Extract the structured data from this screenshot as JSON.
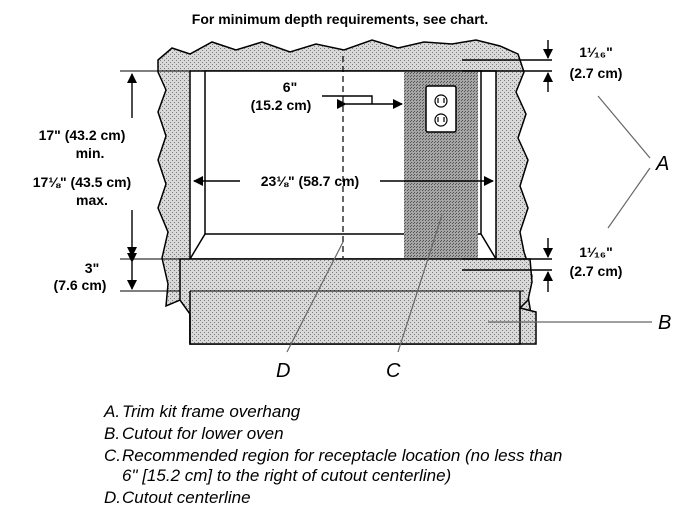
{
  "title": "For minimum depth requirements, see chart.",
  "dimensions": {
    "top_gap": "1¹⁄₁₆\"",
    "top_gap_cm": "(2.7 cm)",
    "bottom_gap": "1¹⁄₁₆\"",
    "bottom_gap_cm": "(2.7 cm)",
    "centerline_offset": "6\"",
    "centerline_offset_cm": "(15.2 cm)",
    "height_min": "17\" (43.2 cm)",
    "height_min_suffix": "min.",
    "height_max": "17⅛\" (43.5 cm)",
    "height_max_suffix": "max.",
    "width": "23⅛\" (58.7 cm)",
    "base": "3\"",
    "base_cm": "(7.6 cm)"
  },
  "callouts": {
    "a": "A",
    "b": "B",
    "c": "C",
    "d": "D"
  },
  "legend": [
    {
      "key": "A.",
      "text": "Trim kit frame overhang"
    },
    {
      "key": "B.",
      "text": "Cutout for lower oven"
    },
    {
      "key": "C.",
      "text": "Recommended region for receptacle location (no less than 6\" [15.2 cm] to the right of cutout centerline)"
    },
    {
      "key": "D.",
      "text": "Cutout centerline"
    }
  ]
}
